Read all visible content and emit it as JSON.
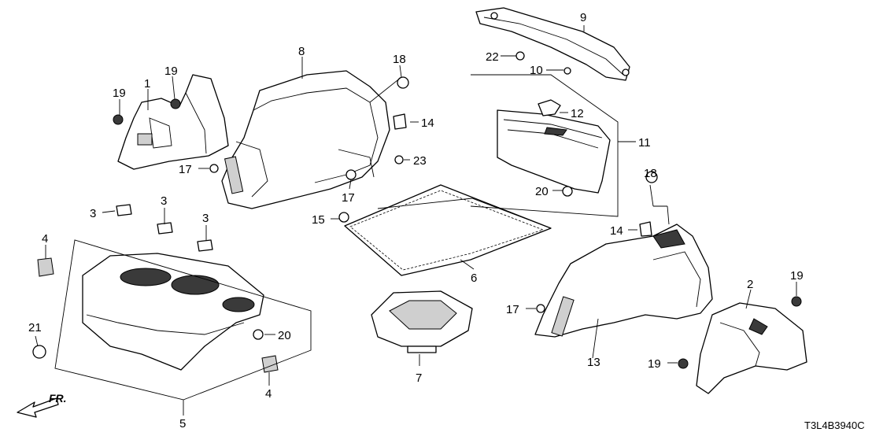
{
  "callouts": {
    "c1": "1",
    "c2": "2",
    "c3a": "3",
    "c3b": "3",
    "c3c": "3",
    "c4a": "4",
    "c4b": "4",
    "c5": "5",
    "c6": "6",
    "c7": "7",
    "c8": "8",
    "c9": "9",
    "c10": "10",
    "c11": "11",
    "c12": "12",
    "c13": "13",
    "c14a": "14",
    "c14b": "14",
    "c15": "15",
    "c17a": "17",
    "c17b": "17",
    "c17c": "17",
    "c18a": "18",
    "c18b": "18",
    "c19a": "19",
    "c19b": "19",
    "c19c": "19",
    "c19d": "19",
    "c20a": "20",
    "c20b": "20",
    "c21": "21",
    "c22": "22",
    "c23": "23"
  },
  "front_indicator": "FR.",
  "diagram_code": "T3L4B3940C"
}
